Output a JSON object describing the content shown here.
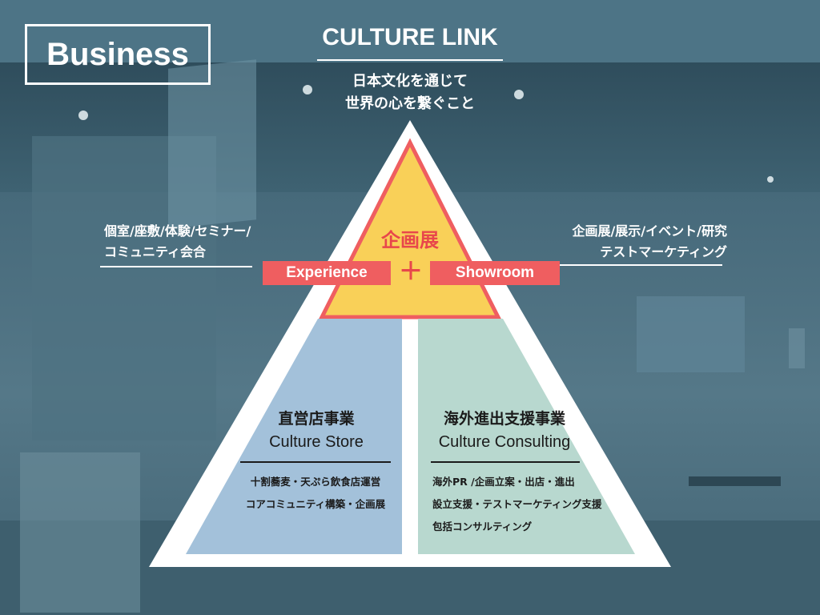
{
  "badge": {
    "label": "Business"
  },
  "header": {
    "title": "CULTURE LINK",
    "mission": [
      "日本文化を通じて",
      "世界の心を繋ぐこと"
    ]
  },
  "left_note": [
    "個室/座敷/体験/セミナー/",
    "コミュニティ会合"
  ],
  "right_note": [
    "企画展/展示/イベント/研究",
    "テストマーケティング"
  ],
  "apex": {
    "title": "企画展",
    "experience": "Experience",
    "plus": "＋",
    "showroom": "Showroom"
  },
  "store": {
    "title": "直営店事業",
    "subtitle": "Culture Store",
    "items": [
      "十割蕎麦・天ぷら飲食店運営",
      "コアコミュニティ構築・企画展"
    ]
  },
  "consulting": {
    "title": "海外進出支援事業",
    "subtitle": "Culture Consulting",
    "items": [
      "海外PR /企画立案・出店・進出",
      "設立支援・テストマーケティング支援",
      "包括コンサルティング"
    ]
  },
  "colors": {
    "triangle_outline": "#ffffff",
    "apex_fill": "#f9d058",
    "apex_stroke": "#ef5e60",
    "store_fill": "#a3c1da",
    "consulting_fill": "#b8d8cf",
    "tag_fill": "#ef5e60"
  }
}
